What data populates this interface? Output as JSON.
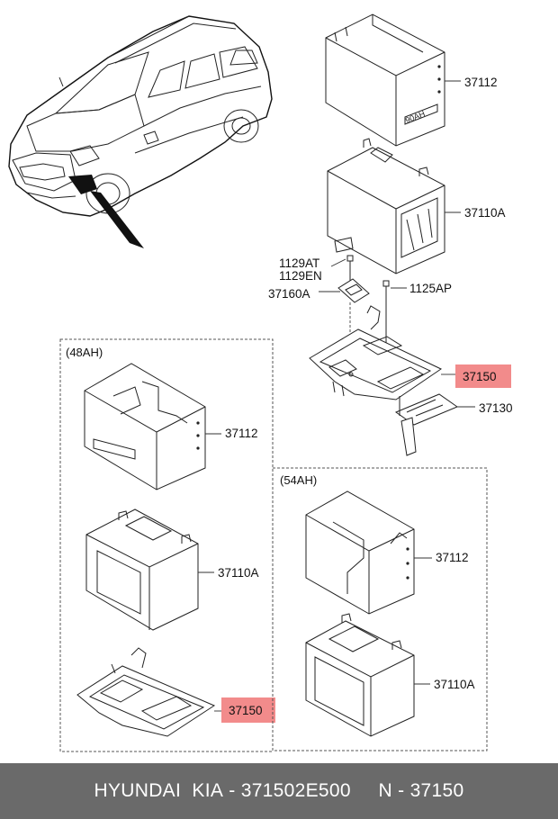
{
  "labels": {
    "top_box": "37112",
    "top_battery": "37110A",
    "bolt_1": "1129AT",
    "bolt_2": "1129EN",
    "bracket": "37160A",
    "bolt_3": "1125AP",
    "tray_main": "37150",
    "support": "37130",
    "top_battery_mark": "90AH"
  },
  "groups": {
    "g48_title": "(48AH)",
    "g48_box": "37112",
    "g48_battery": "37110A",
    "g48_tray": "37150",
    "g54_title": "(54AH)",
    "g54_box": "37112",
    "g54_battery": "37110A"
  },
  "highlight_color": "#f28b8b",
  "footer": {
    "brand": "HYUNDAI  KIA",
    "sep1": " - ",
    "part": "371502E500",
    "gap": "     ",
    "n": "N",
    "sep2": " - ",
    "num": "37150"
  }
}
